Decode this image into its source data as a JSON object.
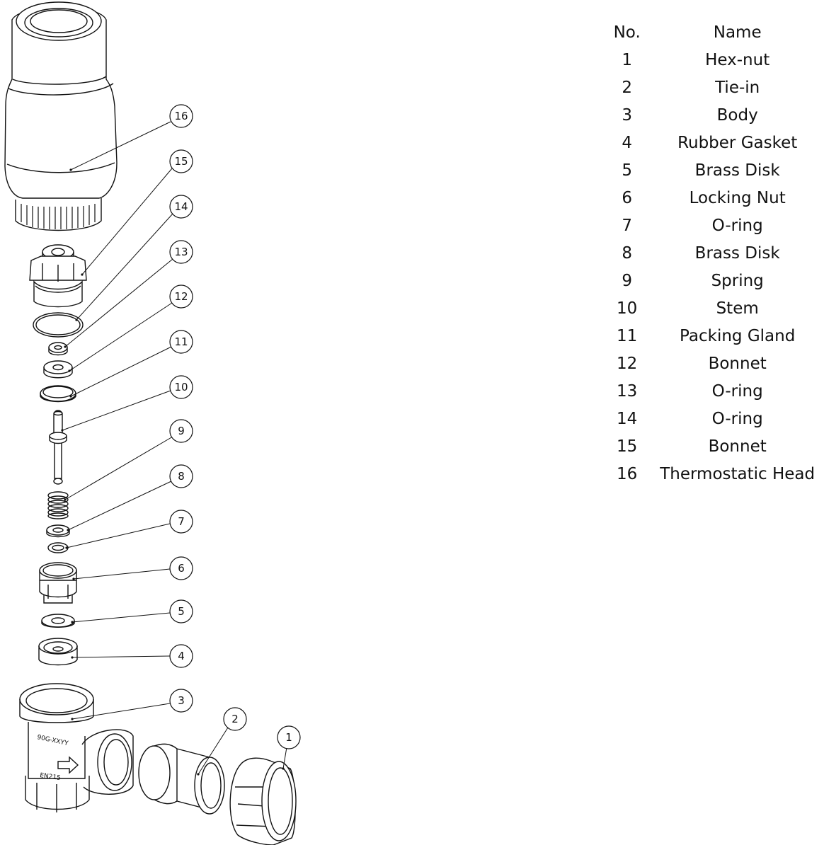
{
  "parts_table": {
    "header": {
      "no": "No.",
      "name": "Name"
    },
    "rows": [
      {
        "no": "1",
        "name": "Hex-nut"
      },
      {
        "no": "2",
        "name": "Tie-in"
      },
      {
        "no": "3",
        "name": "Body"
      },
      {
        "no": "4",
        "name": "Rubber Gasket"
      },
      {
        "no": "5",
        "name": "Brass Disk"
      },
      {
        "no": "6",
        "name": "Locking Nut"
      },
      {
        "no": "7",
        "name": "O-ring"
      },
      {
        "no": "8",
        "name": "Brass Disk"
      },
      {
        "no": "9",
        "name": "Spring"
      },
      {
        "no": "10",
        "name": "Stem"
      },
      {
        "no": "11",
        "name": "Packing Gland"
      },
      {
        "no": "12",
        "name": "Bonnet"
      },
      {
        "no": "13",
        "name": "O-ring"
      },
      {
        "no": "14",
        "name": "O-ring"
      },
      {
        "no": "15",
        "name": "Bonnet"
      },
      {
        "no": "16",
        "name": "Thermostatic Head"
      }
    ]
  },
  "callouts": [
    "16",
    "15",
    "14",
    "13",
    "12",
    "11",
    "10",
    "9",
    "8",
    "7",
    "6",
    "5",
    "4",
    "3",
    "2",
    "1"
  ],
  "body_markings": {
    "code": "90G-XXYY",
    "standard": "EN215"
  },
  "colors": {
    "line": "#111111",
    "background": "#ffffff",
    "shade": "#d0d0d0"
  }
}
